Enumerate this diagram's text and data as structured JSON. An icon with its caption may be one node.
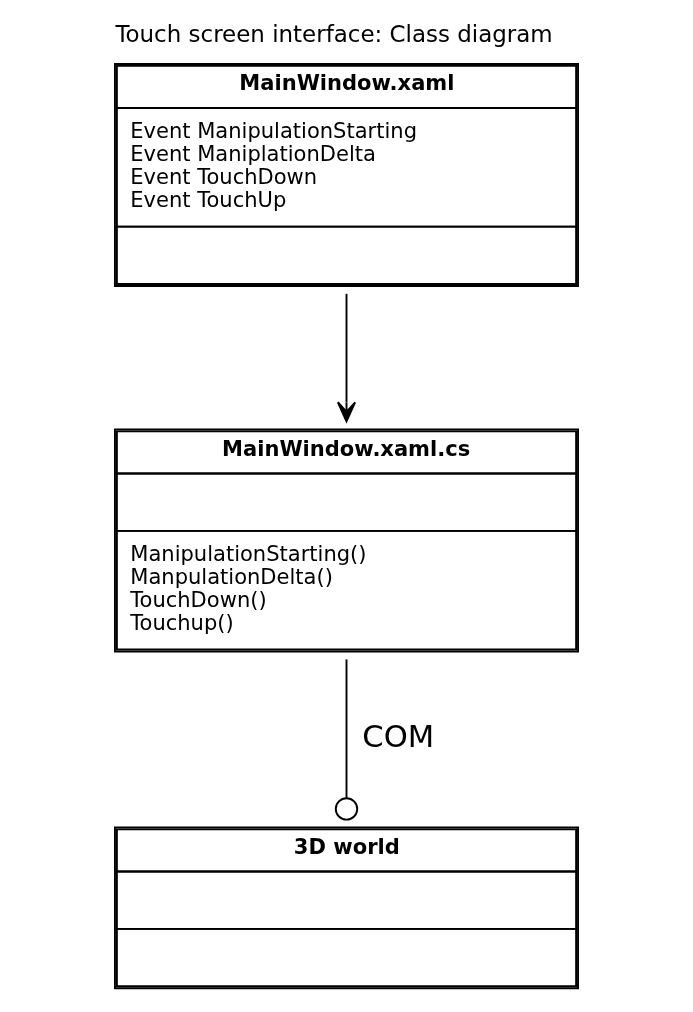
{
  "diagram": {
    "title": "Touch screen interface: Class diagram",
    "nodes": [
      {
        "text": [
          "MainWindow.xaml",
          "Event ManipulationStarting",
          "Event ManiplationDelta",
          "Event TouchDown",
          "Event TouchUp"
        ]
      },
      {
        "text": [
          "MainWindow.xaml.cs",
          "ManipulationStarting()",
          "ManpulationDelta()",
          "TouchDown()",
          "Touchup()"
        ]
      },
      {
        "text": [
          "3D world"
        ]
      }
    ],
    "edges": [
      {
        "from": 0,
        "to": 1,
        "arrow": "to"
      },
      {
        "from": 1,
        "to": 2,
        "arrow": "other",
        "label": "COM"
      }
    ]
  }
}
